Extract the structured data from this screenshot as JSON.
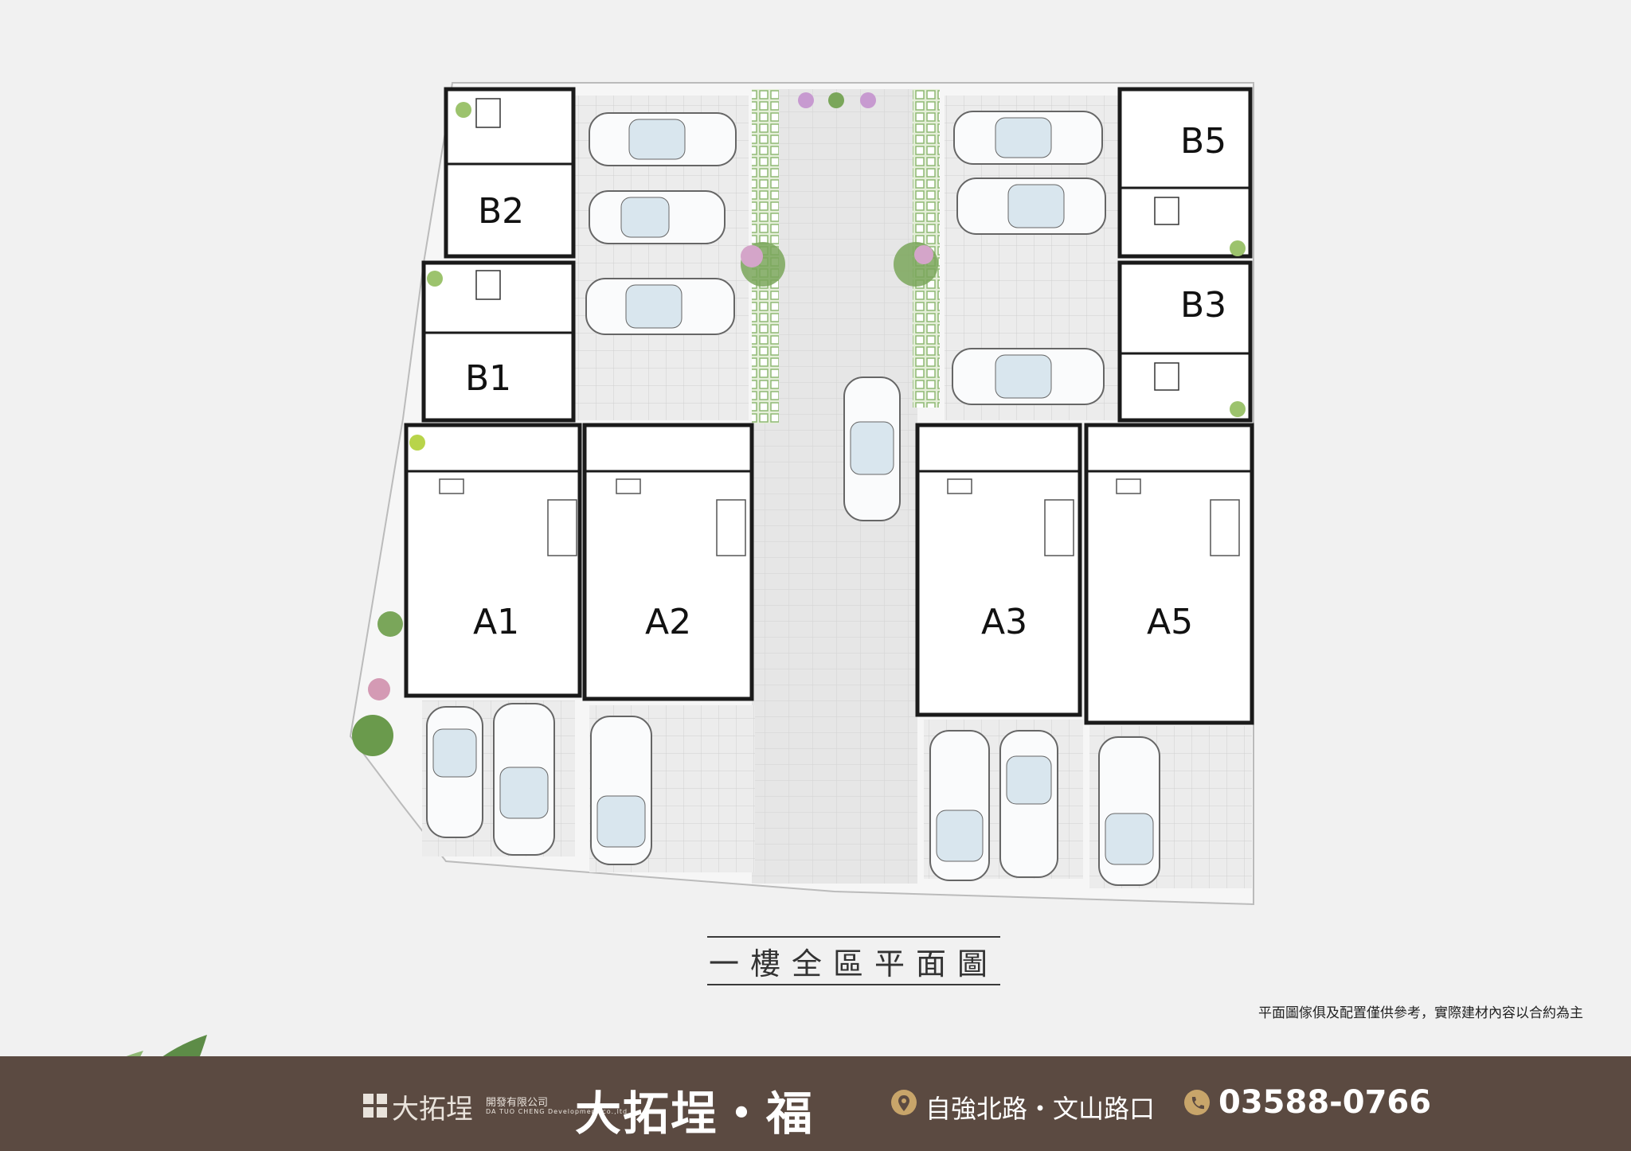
{
  "units": {
    "b5": "B5",
    "b2": "B2",
    "b3": "B3",
    "b1": "B1",
    "a1": "A1",
    "a2": "A2",
    "a3": "A3",
    "a5": "A5"
  },
  "title": "一樓全區平面圖",
  "disclaimer": "平面圖傢俱及配置僅供參考，實際建材內容以合約為主",
  "footer": {
    "developer_name": "大拓埕",
    "developer_company": "開發有限公司",
    "developer_sub": "DA TUO CHENG Development co.,ltd",
    "project_name": "大拓埕‧福",
    "address": "自強北路・文山路口",
    "phone": "03588-0766",
    "location_icon": "map-pin-icon",
    "phone_icon": "phone-icon"
  },
  "colors": {
    "footer_bg": "#5b4a41",
    "accent": "#c8a56a",
    "wall": "#1a1a1a",
    "green": "#7aa65a"
  }
}
